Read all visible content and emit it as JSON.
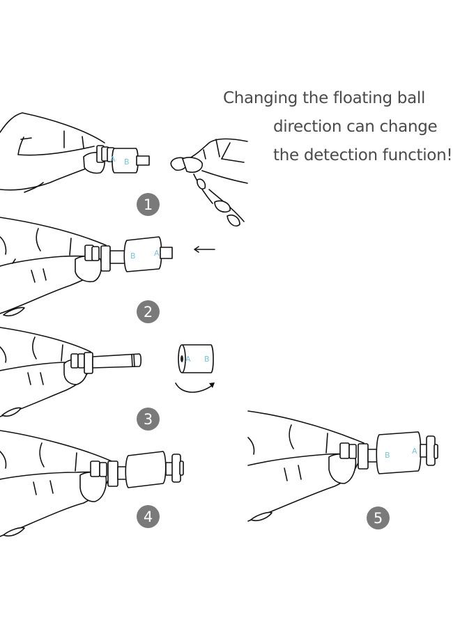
{
  "headline": {
    "lines": [
      "Changing the floating ball",
      "direction can change",
      "the detection function!"
    ]
  },
  "colors": {
    "text": "#4a4a4a",
    "badge": "#7a7a7a",
    "label": "#7ec3dc",
    "line": "#111111"
  },
  "steps": [
    {
      "number": "1",
      "labels": [
        "A",
        "B"
      ],
      "description": "Hand holds sensor stem with float; other hand pinches to remove float"
    },
    {
      "number": "2",
      "labels": [
        "B",
        "A"
      ],
      "description": "Float pulled off toward arrow direction",
      "arrow": "left-arrow"
    },
    {
      "number": "3",
      "labels": [
        "A",
        "B"
      ],
      "description": "Float removed and flipped",
      "arrow": "curved-arrow"
    },
    {
      "number": "4",
      "labels": [],
      "description": "Float reinserted onto stem with retaining clip"
    },
    {
      "number": "5",
      "labels": [
        "B",
        "A"
      ],
      "description": "Float installed in reversed direction"
    }
  ]
}
